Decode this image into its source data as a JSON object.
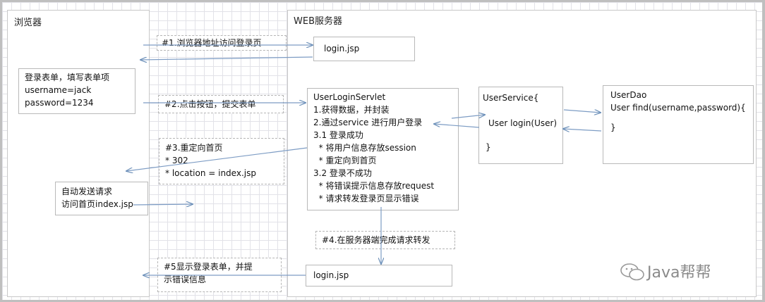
{
  "browser_title": "浏览器",
  "server_title": "WEB服务器",
  "step1": "#1.浏览器地址访问登录页",
  "login_jsp_top": "login.jsp",
  "login_form": [
    "登录表单，填写表单项",
    "username=jack",
    "password=1234"
  ],
  "step2": "#2.点击按钮，提交表单",
  "servlet": [
    "UserLoginServlet",
    "1.获得数据，并封装",
    "2.通过service 进行用户登录",
    "3.1 登录成功",
    "  * 将用户信息存放session",
    "  * 重定向到首页",
    "3.2 登录不成功",
    "  * 将错误提示信息存放request",
    "  * 请求转发登录页显示错误"
  ],
  "user_service": [
    "UserService{",
    "User  login(User)",
    "}"
  ],
  "user_dao": [
    "UserDao",
    "User find(username,password){",
    "}"
  ],
  "step3": [
    "#3.重定向首页",
    "* 302",
    "* location = index.jsp"
  ],
  "auto_request": [
    "自动发送请求",
    "访问首页index.jsp"
  ],
  "step4": "#4.在服务器端完成请求转发",
  "login_jsp_bottom": "login.jsp",
  "step5": [
    "#5显示登录表单，并提",
    "示错误信息"
  ],
  "watermark": "Java帮帮"
}
